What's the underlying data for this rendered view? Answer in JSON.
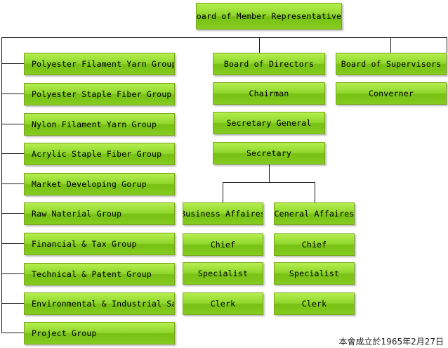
{
  "colors": {
    "box_fill": "#8fd62c",
    "box_border": "#7aa51c",
    "connector": "#1a1a1a"
  },
  "top": {
    "board_of_member_representatives": "Board of Member Representatives"
  },
  "groups": [
    "Polyester Filament Yarn Group",
    "Polyester Staple Fiber Group",
    "Nylon Filament Yarn Group",
    "Acrylic Staple Fiber Group",
    "Market Developing Gorup",
    "Raw Naterial Group",
    "Financial & Tax Group",
    "Technical & Patent Group",
    "Environmental & Industrial Safety",
    "Project Group"
  ],
  "directors": {
    "board_of_directors": "Board of Directors",
    "chairman": "Chairman",
    "secretary_general": "Secretary General",
    "secretary": "Secretary"
  },
  "supervisors": {
    "board_of_supervisors": "Board of Supervisors",
    "converner": "Converner"
  },
  "business": {
    "title": "Business Affaires",
    "chief": "Chief",
    "specialist": "Specialist",
    "clerk": "Clerk"
  },
  "general": {
    "title": "Ceneral Affaires",
    "chief": "Chief",
    "specialist": "Specialist",
    "clerk": "Clerk"
  },
  "footer_note": "本會成立於1965年2月27日"
}
